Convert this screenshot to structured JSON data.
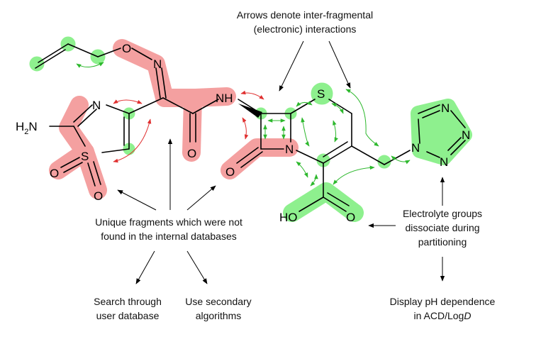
{
  "annotations": {
    "arrows_note_line1": "Arrows denote inter-fragmental",
    "arrows_note_line2": "(electronic) interactions",
    "unique_line1": "Unique fragments which were not",
    "unique_line2": "found in the internal databases",
    "search_line1": "Search through",
    "search_line2": "user database",
    "secondary_line1": "Use secondary",
    "secondary_line2": "algorithms",
    "electrolyte_line1": "Electrolyte groups",
    "electrolyte_line2": "dissociate during",
    "electrolyte_line3": "partitioning",
    "display_line1": "Display pH dependence",
    "display_line2_prefix": "in ACD/Log",
    "display_line2_italic": "D"
  },
  "atoms": {
    "o_oxime": "O",
    "n_oxime": "N",
    "nh": "NH",
    "h": "H",
    "subscript_2": "2",
    "n_amine": "N",
    "n_thiazole": "N",
    "s_ring": "S",
    "o_sulfonyl_left": "O",
    "o_sulfonyl_bottom": "O",
    "o_amide": "O",
    "o_lactam": "O",
    "n_lactam": "N",
    "s_thiazine": "S",
    "ho": "HO",
    "o_carboxyl": "O",
    "n_tz1": "N",
    "n_tz2": "N",
    "n_tz3": "N",
    "n_tz4": "N"
  },
  "colors": {
    "unique_fragment_highlight": "#f4a0a0",
    "known_fragment_highlight": "#8ef08e",
    "interaction_arrow_green": "#2db82d",
    "interaction_arrow_red": "#e03030"
  }
}
